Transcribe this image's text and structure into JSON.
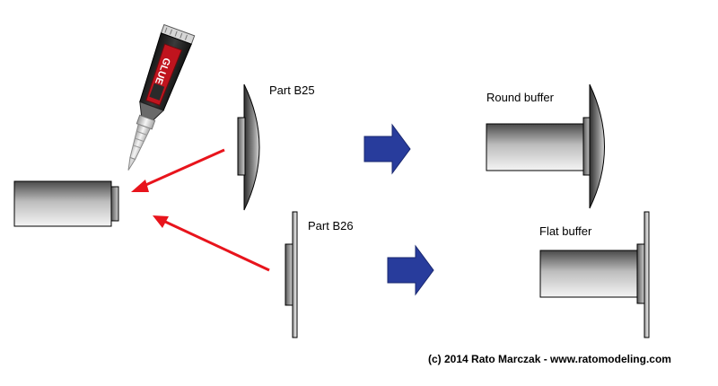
{
  "labels": {
    "part_b25": "Part B25",
    "part_b26": "Part B26",
    "round_buffer": "Round buffer",
    "flat_buffer": "Flat buffer"
  },
  "glue_tube_text": "GLUE",
  "credit": "(c) 2014 Rato Marczak - www.ratomodeling.com",
  "colors": {
    "arrow_red": "#e8141c",
    "arrow_blue": "#283c9c",
    "tube_dark": "#2a2a2a",
    "tube_red": "#c0141e"
  }
}
